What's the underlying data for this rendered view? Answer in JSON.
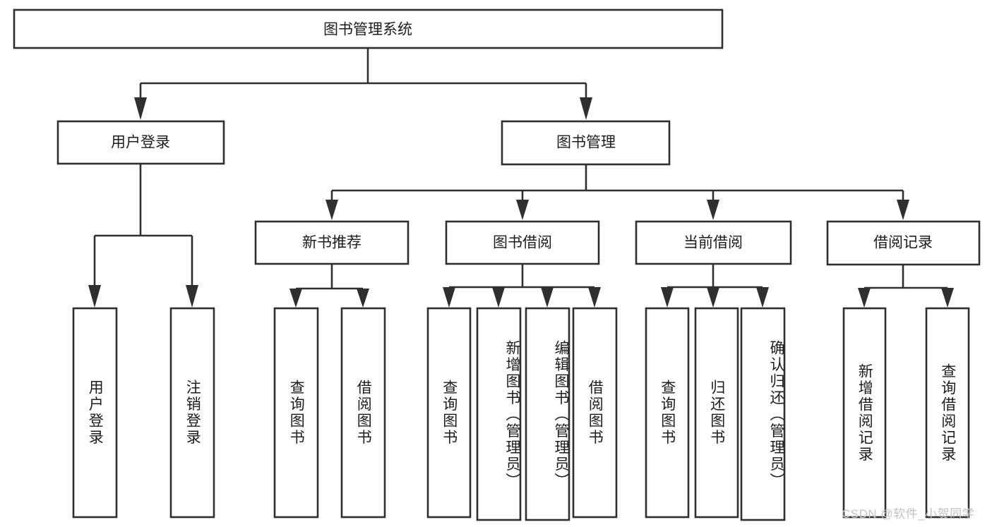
{
  "diagram": {
    "type": "tree-hierarchy",
    "title": "图书管理系统",
    "watermark": "CSDN @软件_小贺同学",
    "colors": {
      "box_stroke": "#2f2f2f",
      "box_fill": "#ffffff",
      "text": "#1c1c1c",
      "background": "#ffffff",
      "watermark": "#c3c3c3"
    },
    "levels": {
      "root": {
        "label": "图书管理系统"
      },
      "level2": [
        {
          "id": "user-login",
          "label": "用户登录"
        },
        {
          "id": "book-manage",
          "label": "图书管理"
        }
      ],
      "level3": [
        {
          "id": "new-book-recommend",
          "label": "新书推荐",
          "parent": "book-manage"
        },
        {
          "id": "book-borrow",
          "label": "图书借阅",
          "parent": "book-manage"
        },
        {
          "id": "current-borrow",
          "label": "当前借阅",
          "parent": "book-manage"
        },
        {
          "id": "borrow-record",
          "label": "借阅记录",
          "parent": "book-manage"
        }
      ],
      "leaves": [
        {
          "id": "leaf-user-login",
          "label": "用户登录",
          "parent": "user-login"
        },
        {
          "id": "leaf-logout",
          "label": "注销登录",
          "parent": "user-login"
        },
        {
          "id": "leaf-query-book-1",
          "label": "查询图书",
          "parent": "new-book-recommend"
        },
        {
          "id": "leaf-borrow-book-1",
          "label": "借阅图书",
          "parent": "new-book-recommend"
        },
        {
          "id": "leaf-query-book-2",
          "label": "查询图书",
          "parent": "book-borrow"
        },
        {
          "id": "leaf-add-book",
          "label": "新增图书（管理员）",
          "parent": "book-borrow"
        },
        {
          "id": "leaf-edit-book",
          "label": "编辑图书（管理员）",
          "parent": "book-borrow"
        },
        {
          "id": "leaf-borrow-book-2",
          "label": "借阅图书",
          "parent": "book-borrow"
        },
        {
          "id": "leaf-query-book-3",
          "label": "查询图书",
          "parent": "current-borrow"
        },
        {
          "id": "leaf-return-book",
          "label": "归还图书",
          "parent": "current-borrow"
        },
        {
          "id": "leaf-confirm-return",
          "label": "确认归还（管理员）",
          "parent": "current-borrow"
        },
        {
          "id": "leaf-add-record",
          "label": "新增借阅记录",
          "parent": "borrow-record"
        },
        {
          "id": "leaf-query-record",
          "label": "查询借阅记录",
          "parent": "borrow-record"
        }
      ]
    }
  }
}
